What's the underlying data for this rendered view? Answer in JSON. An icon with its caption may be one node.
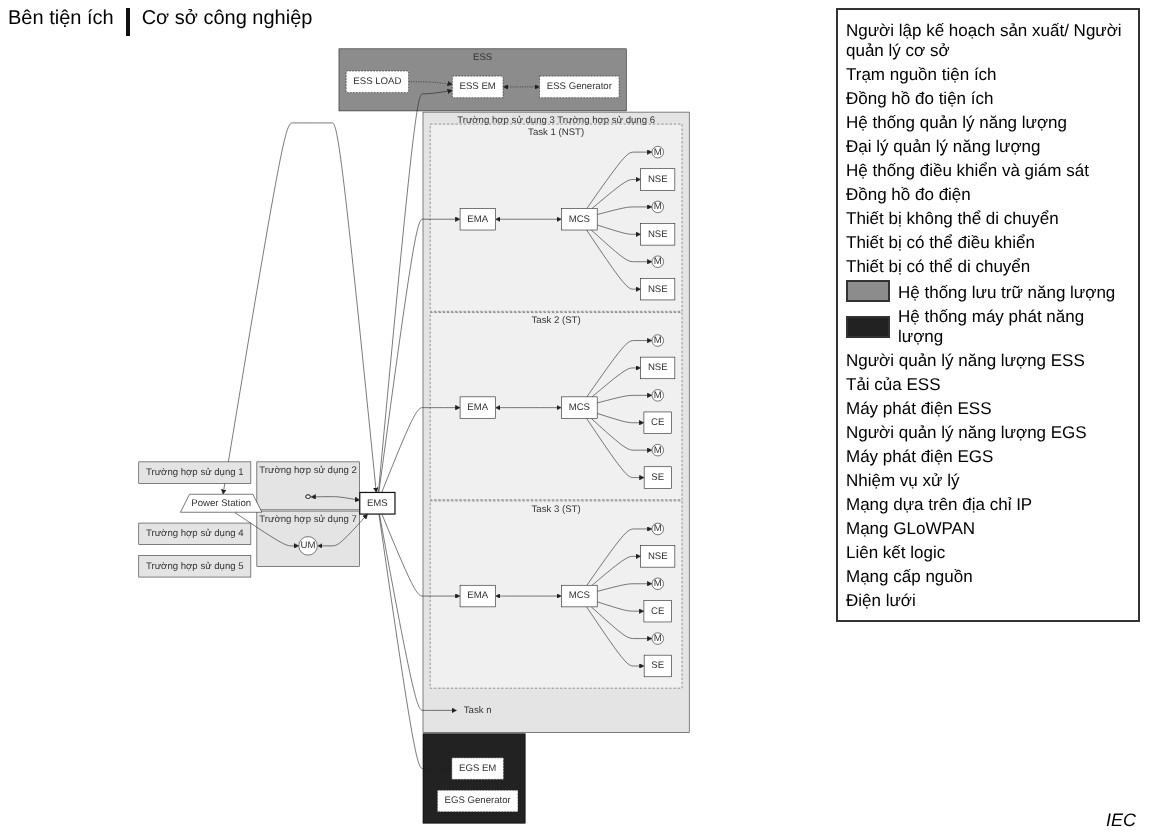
{
  "diagram": {
    "nodes": [
      {
        "text": [
          "Trường hợp sử dụng 1"
        ]
      },
      {
        "text": [
          "Trường hợp sử dụng 2"
        ]
      },
      {
        "text": [
          "Trường hợp sử dụng 3 Trường hợp sử dụng 6"
        ]
      },
      {
        "text": [
          "Task 1 (NST)"
        ],
        "in": 2
      },
      {
        "text": [
          "EMA"
        ],
        "in": 3
      },
      {
        "text": [
          "MCS"
        ],
        "in": 3
      },
      {
        "text": [
          "M"
        ],
        "in": 3
      },
      {
        "text": [
          "M"
        ],
        "in": 3
      },
      {
        "text": [
          "M"
        ],
        "in": 3
      },
      {
        "text": [
          "NSE"
        ],
        "in": 3
      },
      {
        "text": [
          "NSE"
        ],
        "in": 3
      },
      {
        "text": [
          "NSE"
        ],
        "in": 3
      },
      {
        "text": [
          "Task 2 (ST)"
        ],
        "in": 2
      },
      {
        "text": [
          "EMA"
        ],
        "in": 12
      },
      {
        "text": [
          "MCS"
        ],
        "in": 12
      },
      {
        "text": [
          "M"
        ],
        "in": 12
      },
      {
        "text": [
          "M"
        ],
        "in": 12
      },
      {
        "text": [
          "M"
        ],
        "in": 12
      },
      {
        "text": [
          "NSE"
        ],
        "in": 12
      },
      {
        "text": [
          "CE"
        ],
        "in": 12
      },
      {
        "text": [
          "SE"
        ],
        "in": 12
      },
      {
        "text": [
          "Task 3 (ST)"
        ],
        "in": 2
      },
      {
        "text": [
          "EMA"
        ],
        "in": 21
      },
      {
        "text": [
          "MCS"
        ],
        "in": 21
      },
      {
        "text": [
          "M"
        ],
        "in": 21
      },
      {
        "text": [
          "M"
        ],
        "in": 21
      },
      {
        "text": [
          "M"
        ],
        "in": 21
      },
      {
        "text": [
          "NSE"
        ],
        "in": 21
      },
      {
        "text": [
          "CE"
        ],
        "in": 21
      },
      {
        "text": [
          "SE"
        ],
        "in": 21
      },
      {
        "text": [
          "Task n"
        ],
        "in": 2
      },
      {
        "text": [
          "Power Station"
        ]
      },
      {
        "text": [
          "EMS"
        ]
      },
      {
        "text": [],
        "shape": "person",
        "in": 1
      },
      {
        "text": [
          "UM"
        ],
        "in": 35
      },
      {
        "text": [
          "Trường hợp sử dụng 7"
        ]
      },
      {
        "text": [
          "Trường hợp sử dụng 4"
        ]
      },
      {
        "text": [
          "ESS"
        ]
      },
      {
        "text": [
          "ESS EM"
        ],
        "in": 37
      },
      {
        "text": [
          "ESS LOAD"
        ],
        "in": 37
      },
      {
        "text": [
          "ESS Generator"
        ],
        "in": 37
      },
      {
        "text": [
          "Trường hợp sử dụng 5"
        ]
      },
      {
        "text": [],
        "shape": "box"
      },
      {
        "text": [
          "EGS EM"
        ],
        "in": 42
      },
      {
        "text": [
          "EGS Generator"
        ],
        "in": 42
      }
    ],
    "edges": [
      {
        "from": 32,
        "to": 4,
        "arrow": "to"
      },
      {
        "from": 32,
        "to": 13,
        "arrow": "to"
      },
      {
        "from": 32,
        "to": 22,
        "arrow": "to"
      },
      {
        "from": 32,
        "to": 30,
        "arrow": "to"
      },
      {
        "from": 4,
        "to": 5,
        "arrow": "both"
      },
      {
        "from": 5,
        "to": 6,
        "arrow": "to"
      },
      {
        "from": 5,
        "to": 9,
        "arrow": "to"
      },
      {
        "from": 5,
        "to": 7,
        "arrow": "to"
      },
      {
        "from": 5,
        "to": 10,
        "arrow": "to"
      },
      {
        "from": 5,
        "to": 8,
        "arrow": "to"
      },
      {
        "from": 5,
        "to": 11,
        "arrow": "to"
      },
      {
        "from": 13,
        "to": 14,
        "arrow": "both"
      },
      {
        "from": 14,
        "to": 15,
        "arrow": "to"
      },
      {
        "from": 14,
        "to": 18,
        "arrow": "to"
      },
      {
        "from": 14,
        "to": 16,
        "arrow": "to"
      },
      {
        "from": 14,
        "to": 19,
        "arrow": "to"
      },
      {
        "from": 14,
        "to": 17,
        "arrow": "to"
      },
      {
        "from": 14,
        "to": 20,
        "arrow": "to"
      },
      {
        "from": 22,
        "to": 23,
        "arrow": "both"
      },
      {
        "from": 23,
        "to": 24,
        "arrow": "to"
      },
      {
        "from": 23,
        "to": 27,
        "arrow": "to"
      },
      {
        "from": 23,
        "to": 25,
        "arrow": "to"
      },
      {
        "from": 23,
        "to": 28,
        "arrow": "to"
      },
      {
        "from": 23,
        "to": 26,
        "arrow": "to"
      },
      {
        "from": 23,
        "to": 29,
        "arrow": "to"
      },
      {
        "from": 31,
        "to": 32,
        "arrow": "both"
      },
      {
        "from": 33,
        "to": 32,
        "arrow": "both"
      },
      {
        "from": 31,
        "to": 34,
        "arrow": "to"
      },
      {
        "from": 34,
        "to": 32,
        "arrow": "both"
      },
      {
        "from": 32,
        "to": 38,
        "arrow": "to"
      },
      {
        "from": 39,
        "to": 38,
        "arrow": "to",
        "style": "dashed"
      },
      {
        "from": 38,
        "to": 40,
        "arrow": "both",
        "style": "dashed"
      },
      {
        "from": 32,
        "to": 43,
        "arrow": "to"
      }
    ],
    "labels": [
      "Bên tiện ích",
      "Cơ sở công nghiệp",
      "IEC"
    ],
    "legend": [
      {
        "text": "Người lập kế hoạch sản xuất/ Người quản lý cơ sở"
      },
      {
        "text": "Trạm nguồn tiện ích"
      },
      {
        "text": "Đồng hồ đo tiện ích"
      },
      {
        "text": "Hệ thống quản lý năng lượng"
      },
      {
        "text": "Đại lý quản lý năng lượng"
      },
      {
        "text": "Hệ thống điều khiển và giám sát"
      },
      {
        "text": "Đồng hồ đo điện"
      },
      {
        "text": "Thiết bị không thể di chuyển"
      },
      {
        "text": "Thiết bị có thể điều khiển"
      },
      {
        "text": "Thiết bị có thể di chuyển"
      },
      {
        "text": "Hệ thống lưu trữ năng lượng",
        "color": "#8c8c8c"
      },
      {
        "text": "Hệ thống máy phát năng lượng",
        "color": "#222222"
      },
      {
        "text": "Người quản lý năng lượng ESS"
      },
      {
        "text": "Tải của ESS"
      },
      {
        "text": "Máy phát điện ESS"
      },
      {
        "text": "Người quản lý năng lượng EGS"
      },
      {
        "text": "Máy phát điện EGS"
      },
      {
        "text": "Nhiệm vụ xử lý"
      },
      {
        "text": "Mạng dựa trên địa chỉ IP"
      },
      {
        "text": "Mạng GLoWPAN"
      },
      {
        "text": "Liên kết logic"
      },
      {
        "text": "Mạng cấp nguồn"
      },
      {
        "text": "Điện lưới"
      }
    ]
  }
}
